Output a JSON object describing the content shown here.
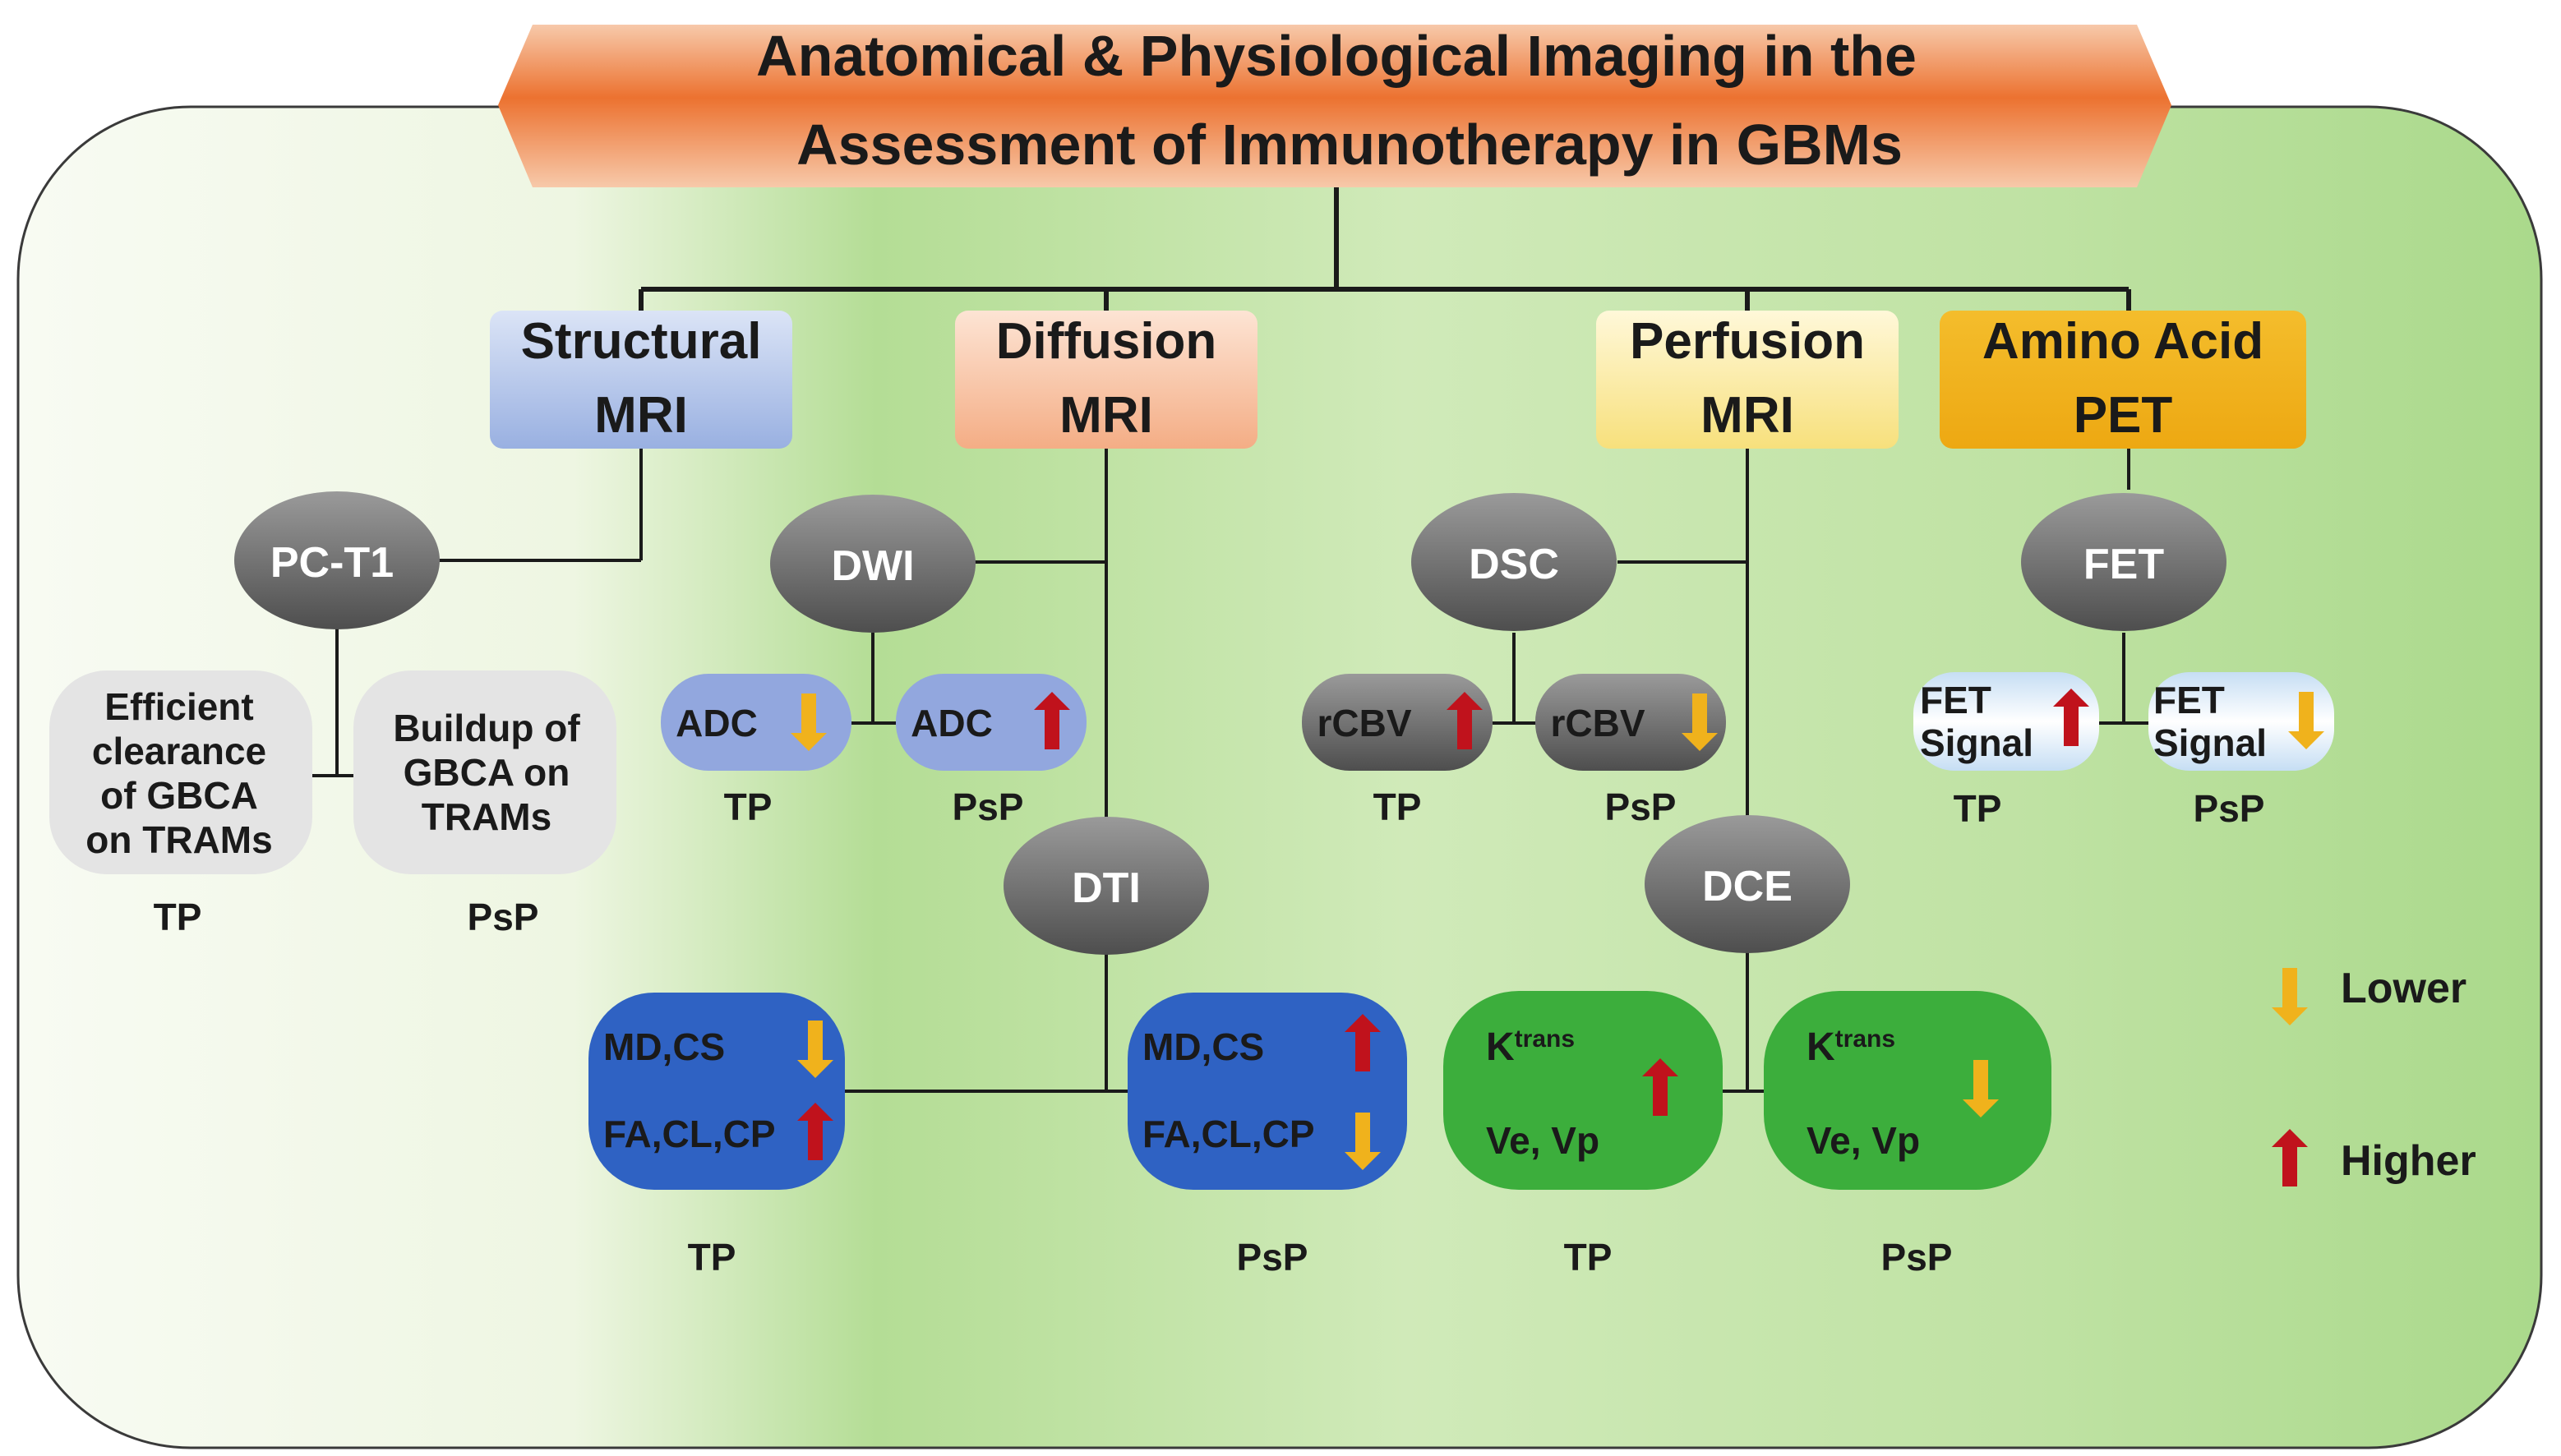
{
  "title": {
    "line1": "Anatomical & Physiological Imaging in the",
    "line2": "Assessment of Immunotherapy in GBMs"
  },
  "categories": {
    "structural": {
      "line1": "Structural",
      "line2": "MRI",
      "color": "#a9bde6"
    },
    "diffusion": {
      "line1": "Diffusion",
      "line2": "MRI",
      "color": "#f6b893"
    },
    "perfusion": {
      "line1": "Perfusion",
      "line2": "MRI",
      "color": "#f8e690"
    },
    "amino": {
      "line1": "Amino Acid",
      "line2": "PET",
      "color": "#f0b21c"
    }
  },
  "techniques": {
    "pct1": "PC-T1",
    "dwi": "DWI",
    "dti": "DTI",
    "dsc": "DSC",
    "dce": "DCE",
    "fet": "FET"
  },
  "structural_results": {
    "tp": {
      "line1": "Efficient",
      "line2": "clearance",
      "line3": "of GBCA",
      "line4": "on TRAMs"
    },
    "psp": {
      "line1": "Buildup of",
      "line2": "GBCA on",
      "line3": "TRAMs"
    }
  },
  "dwi_results": {
    "tp": "ADC",
    "psp": "ADC"
  },
  "dsc_results": {
    "tp": "rCBV",
    "psp": "rCBV"
  },
  "fet_results": {
    "tp": {
      "line1": "FET",
      "line2": "Signal"
    },
    "psp": {
      "line1": "FET",
      "line2": "Signal"
    }
  },
  "dti_results": {
    "tp": {
      "row1": "MD,CS",
      "row2": "FA,CL,CP"
    },
    "psp": {
      "row1": "MD,CS",
      "row2": "FA,CL,CP"
    }
  },
  "dce_results": {
    "tp": {
      "row1_base": "K",
      "row1_sup": "trans",
      "row2": "Ve, Vp"
    },
    "psp": {
      "row1_base": "K",
      "row1_sup": "trans",
      "row2": "Ve, Vp"
    }
  },
  "outcome_labels": {
    "tp": "TP",
    "psp": "PsP"
  },
  "legend": {
    "lower": "Lower",
    "higher": "Higher"
  },
  "colors": {
    "arrow_lower": "#f0b21c",
    "arrow_higher": "#c0121c",
    "technique_oval": "#6d6d6d",
    "dti_box": "#2f62c3",
    "dce_box": "#3cae3c",
    "title_banner": "#ee7a3c"
  }
}
